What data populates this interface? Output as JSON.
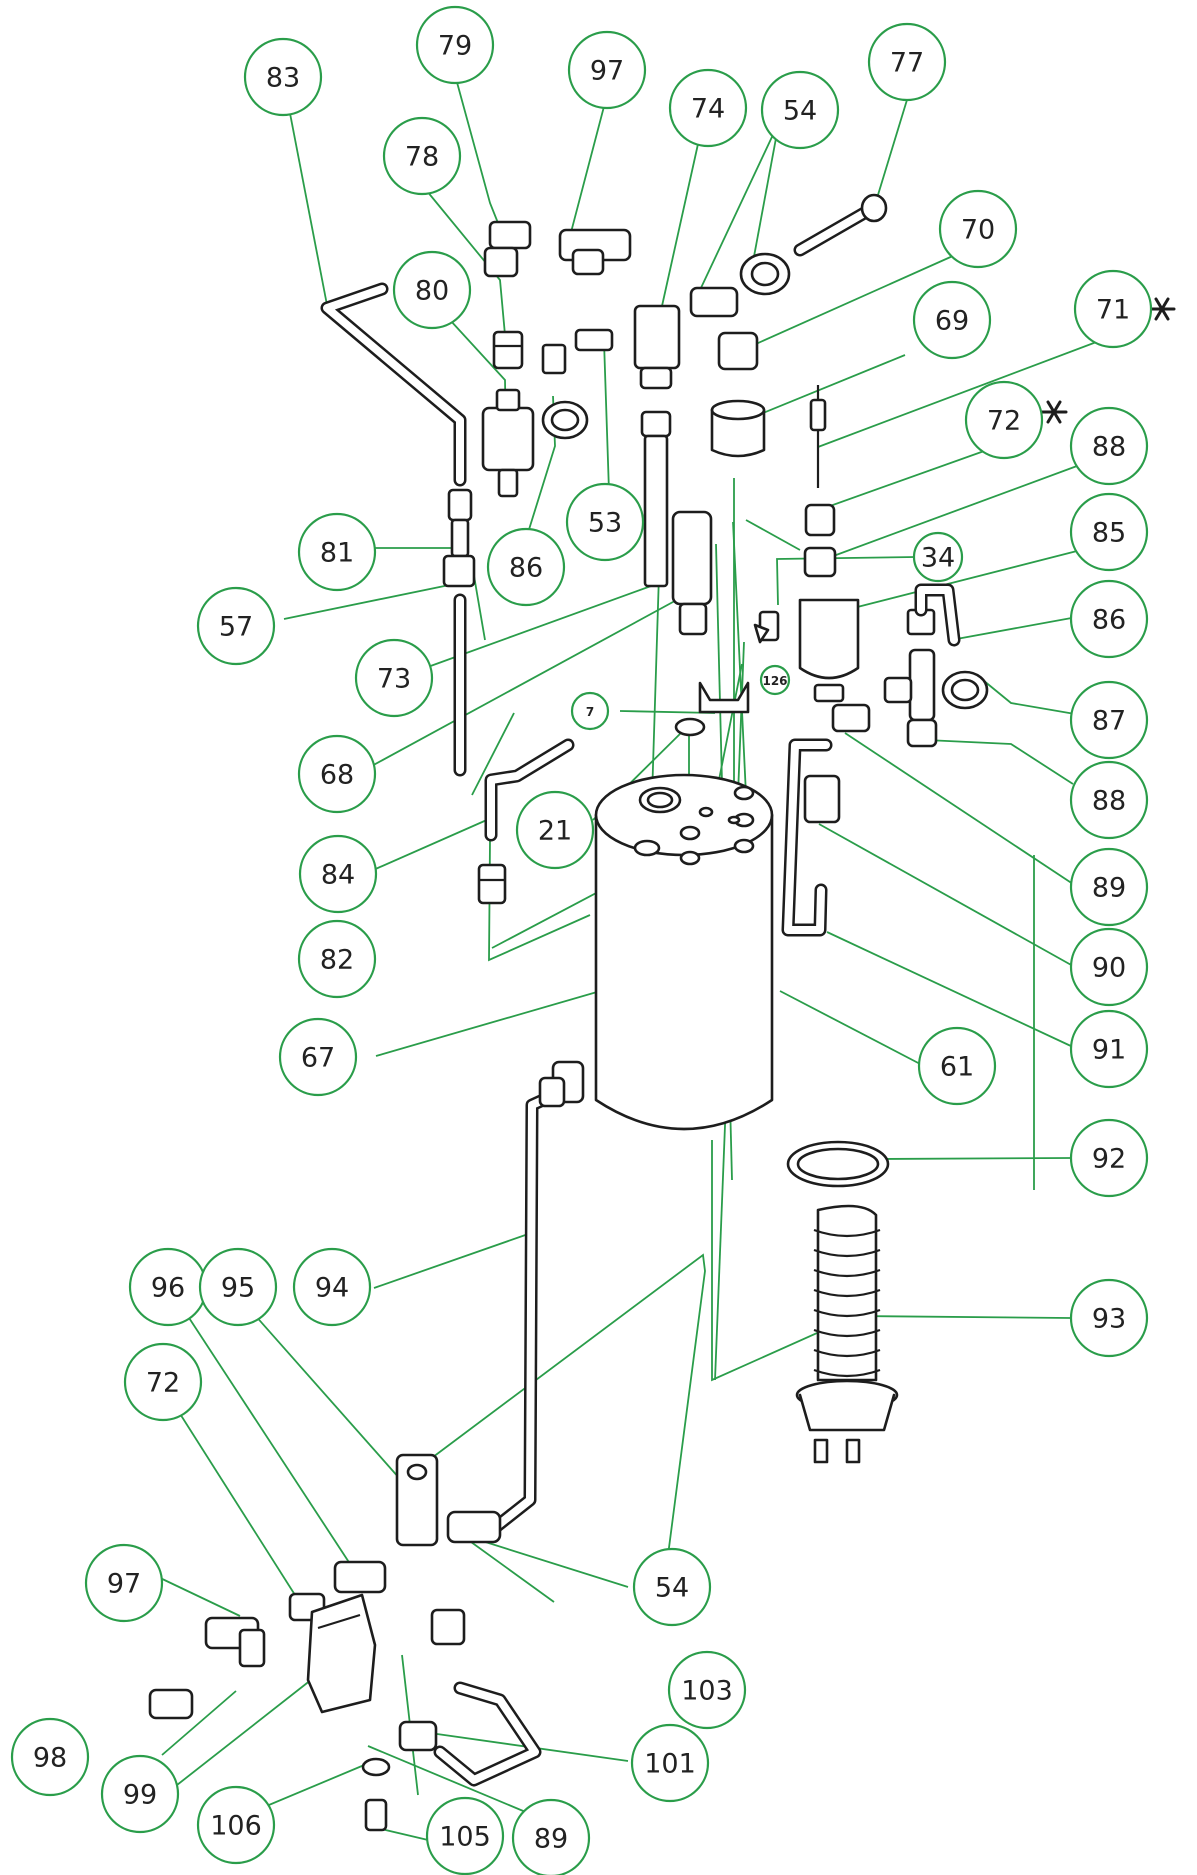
{
  "callouts": [
    {
      "label": "83"
    },
    {
      "label": "79"
    },
    {
      "label": "97"
    },
    {
      "label": "74"
    },
    {
      "label": "54"
    },
    {
      "label": "77"
    },
    {
      "label": "78"
    },
    {
      "label": "80"
    },
    {
      "label": "70"
    },
    {
      "label": "69"
    },
    {
      "label": "71"
    },
    {
      "label": "72"
    },
    {
      "label": "88"
    },
    {
      "label": "85"
    },
    {
      "label": "81"
    },
    {
      "label": "86"
    },
    {
      "label": "53"
    },
    {
      "label": "34"
    },
    {
      "label": "86"
    },
    {
      "label": "57"
    },
    {
      "label": "73"
    },
    {
      "label": "87"
    },
    {
      "label": "7"
    },
    {
      "label": "68"
    },
    {
      "label": "88"
    },
    {
      "label": "21"
    },
    {
      "label": "84"
    },
    {
      "label": "89"
    },
    {
      "label": "82"
    },
    {
      "label": "90"
    },
    {
      "label": "91"
    },
    {
      "label": "67"
    },
    {
      "label": "61"
    },
    {
      "label": "92"
    },
    {
      "label": "94"
    },
    {
      "label": "96"
    },
    {
      "label": "95"
    },
    {
      "label": "93"
    },
    {
      "label": "72"
    },
    {
      "label": "54"
    },
    {
      "label": "97"
    },
    {
      "label": "103"
    },
    {
      "label": "98"
    },
    {
      "label": "101"
    },
    {
      "label": "99"
    },
    {
      "label": "106"
    },
    {
      "label": "105"
    },
    {
      "label": "89"
    },
    {
      "label": "126"
    }
  ],
  "markers": {
    "asterisk": "✱"
  },
  "colors": {
    "leader": "#2a9d4a",
    "outline": "#1d1d1d"
  },
  "icon_names": [
    "exploded-view",
    "boiler-cylinder",
    "heating-element",
    "pressure-switch",
    "solenoid-valve"
  ]
}
